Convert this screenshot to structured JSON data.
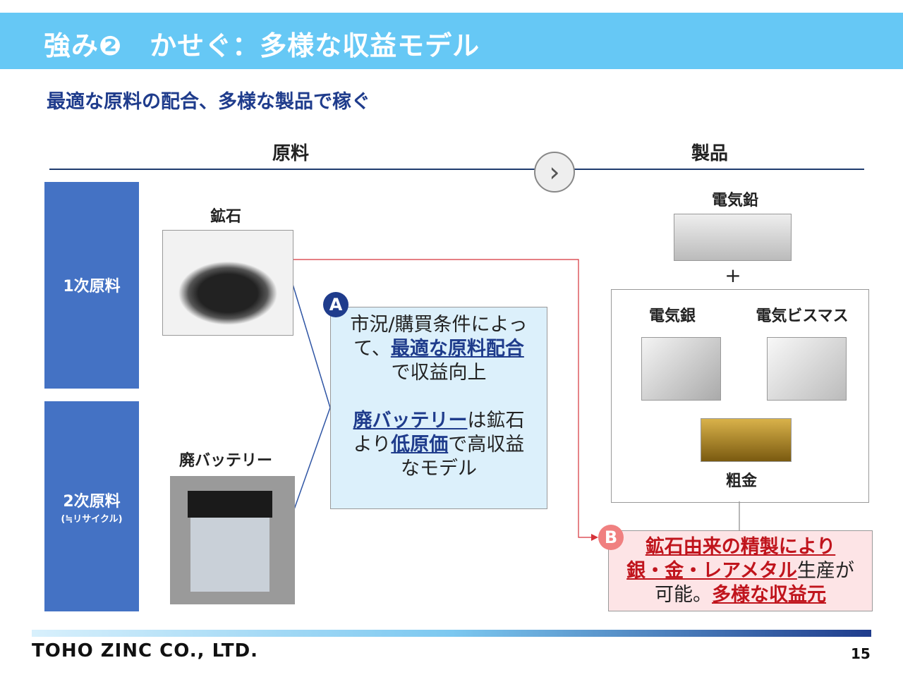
{
  "header": {
    "title": "強み❷　かせぐ：多様な収益モデル"
  },
  "subtitle": "最適な原料の配合、多様な製品で稼ぐ",
  "columns": {
    "materials": "原料",
    "products": "製品"
  },
  "side": {
    "primary": "1次原料",
    "secondary": "2次原料",
    "secondary_note": "(≒リサイクル)"
  },
  "materials": {
    "ore": "鉱石",
    "battery": "廃バッテリー"
  },
  "box_a": {
    "badge": "A",
    "l1": "市況/購買条件によっ",
    "l2a": "て、",
    "l2b": "最適な原料配合",
    "l3": "で収益向上",
    "l4a": "廃バッテリー",
    "l4b": "は鉱石",
    "l5a": "より",
    "l5b": "低原価",
    "l5c": "で高収益",
    "l6": "なモデル"
  },
  "products": {
    "lead": "電気鉛",
    "plus": "+",
    "silver": "電気銀",
    "bismuth": "電気ビスマス",
    "gold": "粗金"
  },
  "box_b": {
    "badge": "B",
    "l1": "鉱石由来の精製により",
    "l2a": "銀・金・レアメタル",
    "l2b": "生産が",
    "l3a": "可能。",
    "l3b": "多様な収益元"
  },
  "footer": {
    "company": "TOHO ZINC CO., LTD.",
    "page": "15"
  }
}
